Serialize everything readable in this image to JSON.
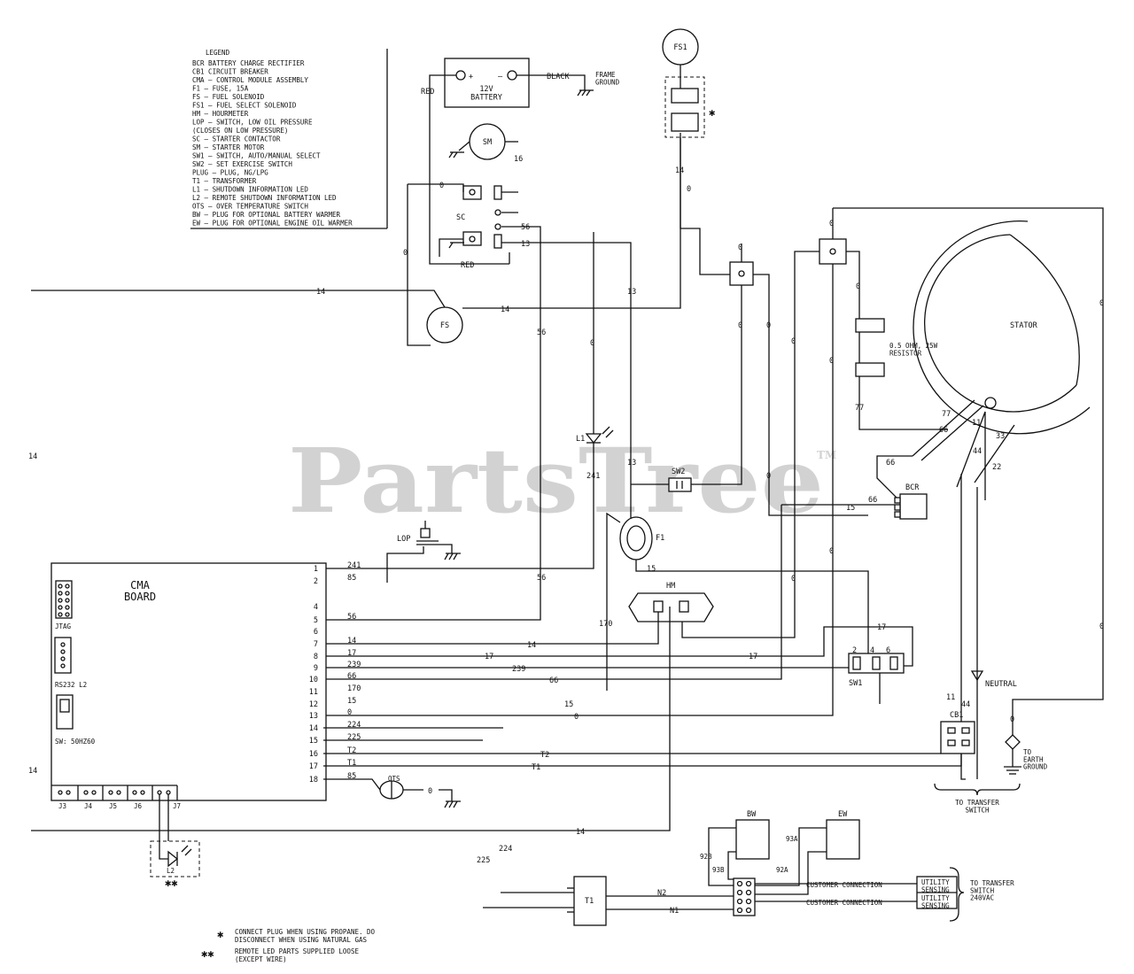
{
  "watermark": "PartsTree",
  "watermark_tm": "TM",
  "legend": {
    "title": "LEGEND",
    "items": [
      "BCR    BATTERY CHARGE RECTIFIER",
      "CB1    CIRCUIT BREAKER",
      "CMA  –  CONTROL MODULE ASSEMBLY",
      "F1   –  FUSE, 15A",
      "FS   –  FUEL SOLENOID",
      "FS1  –  FUEL SELECT SOLENOID",
      "HM   –  HOURMETER",
      "LOP  –  SWITCH, LOW OIL PRESSURE",
      "         (CLOSES ON LOW PRESSURE)",
      "SC   –  STARTER CONTACTOR",
      "SM   –  STARTER MOTOR",
      "SW1  –  SWITCH, AUTO/MANUAL SELECT",
      "SW2  –  SET EXERCISE SWITCH",
      "PLUG –  PLUG, NG/LPG",
      "T1   –  TRANSFORMER",
      "L1   –  SHUTDOWN INFORMATION LED",
      "L2   –  REMOTE SHUTDOWN INFORMATION LED",
      "OTS  –  OVER TEMPERATURE SWITCH",
      "BW   –  PLUG FOR OPTIONAL BATTERY WARMER",
      "EW   –  PLUG FOR OPTIONAL ENGINE OIL WARMER"
    ]
  },
  "components": {
    "battery": {
      "label": "12V\nBATTERY",
      "plus": "+",
      "minus": "–"
    },
    "frame_ground": "FRAME\nGROUND",
    "fs1": "FS1",
    "sm": "SM",
    "sc": "SC",
    "fs": "FS",
    "cma": {
      "label": "CMA\nBOARD",
      "jtag": "JTAG",
      "rs232": "RS232  L2",
      "sw": "SW:  50HZ60"
    },
    "cma_jacks": [
      "J3",
      "J4",
      "J5",
      "J6",
      "J7"
    ],
    "lop": "LOP",
    "sw2": "SW2",
    "f1": "F1",
    "hm": "HM",
    "sw1": "SW1",
    "sw1_pins": [
      "2",
      "4",
      "6"
    ],
    "bcr": "BCR",
    "stator": "STATOR",
    "resistor": "0.5 OHM, 25W\nRESISTOR",
    "l1": "L1",
    "l2": "L2",
    "ots": "OTS",
    "cb1": "CB1",
    "neutral": "NEUTRAL",
    "earth": "TO\nEARTH\nGROUND",
    "transfer_switch": "TO TRANSFER\nSWITCH",
    "bw": "BW",
    "ew": "EW",
    "t1": "T1",
    "customer_connection": "CUSTOMER CONNECTION",
    "utility_sensing": "UTILITY\nSENSING",
    "to_transfer_240": "TO TRANSFER\nSWITCH\n240VAC"
  },
  "cma_pins": [
    "1",
    "2",
    "4",
    "5",
    "6",
    "7",
    "8",
    "9",
    "10",
    "11",
    "12",
    "13",
    "14",
    "15",
    "16",
    "17",
    "18"
  ],
  "cma_pin_wires": [
    "241",
    "85",
    "",
    "56",
    "",
    "14",
    "17",
    "239",
    "66",
    "170",
    "15",
    "0",
    "224",
    "225",
    "T2",
    "T1",
    "85"
  ],
  "wire_labels": {
    "red": "RED",
    "black": "BLACK",
    "w14": "14",
    "w0": "0",
    "w56": "56",
    "w13": "13",
    "w16": "16",
    "w15": "15",
    "w17": "17",
    "w239": "239",
    "w66": "66",
    "w170": "170",
    "w241": "241",
    "w224": "224",
    "w225": "225",
    "wT1": "T1",
    "wT2": "T2",
    "w11": "11",
    "w44": "44",
    "w22": "22",
    "w33": "33",
    "w77": "77",
    "wN1": "N1",
    "wN2": "N2",
    "w92A": "92A",
    "w92B": "92B",
    "w93A": "93A",
    "w93B": "93B"
  },
  "notes": [
    "CONNECT PLUG WHEN USING PROPANE.  DO",
    "DISCONNECT WHEN USING NATURAL GAS",
    "REMOTE LED PARTS SUPPLIED LOOSE",
    "(EXCEPT WIRE)"
  ],
  "note_marks": [
    "✱",
    "✱✱"
  ]
}
